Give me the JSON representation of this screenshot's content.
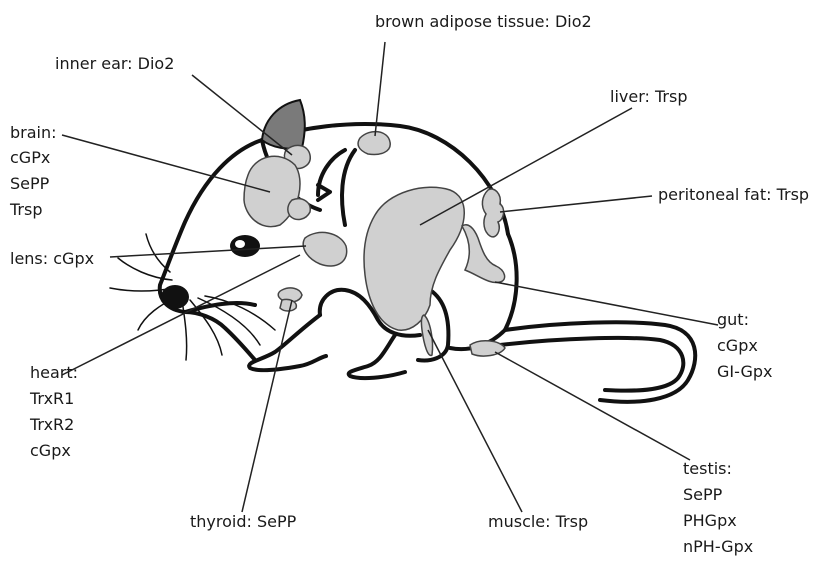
{
  "labels": {
    "brown_adipose": "brown adipose tissue: Dio2",
    "inner_ear": "inner ear: Dio2",
    "liver": "liver: Trsp",
    "brain": [
      "brain:",
      "cGPx",
      "SePP",
      "Trsp"
    ],
    "peritoneal_fat": "peritoneal fat: Trsp",
    "lens": "lens: cGpx",
    "gut": [
      "gut:",
      "cGpx",
      "GI-Gpx"
    ],
    "heart": [
      "heart:",
      "TrxR1",
      "TrxR2",
      "cGpx"
    ],
    "testis": [
      "testis:",
      "SePP",
      "PHGpx",
      "nPH-Gpx"
    ],
    "thyroid": "thyroid: SePP",
    "muscle": "muscle: Trsp"
  },
  "colors": {
    "outline": "#111111",
    "organ_fill": "#d0d0d0",
    "ear_fill": "#7a7a7a",
    "leader": "#222222"
  }
}
